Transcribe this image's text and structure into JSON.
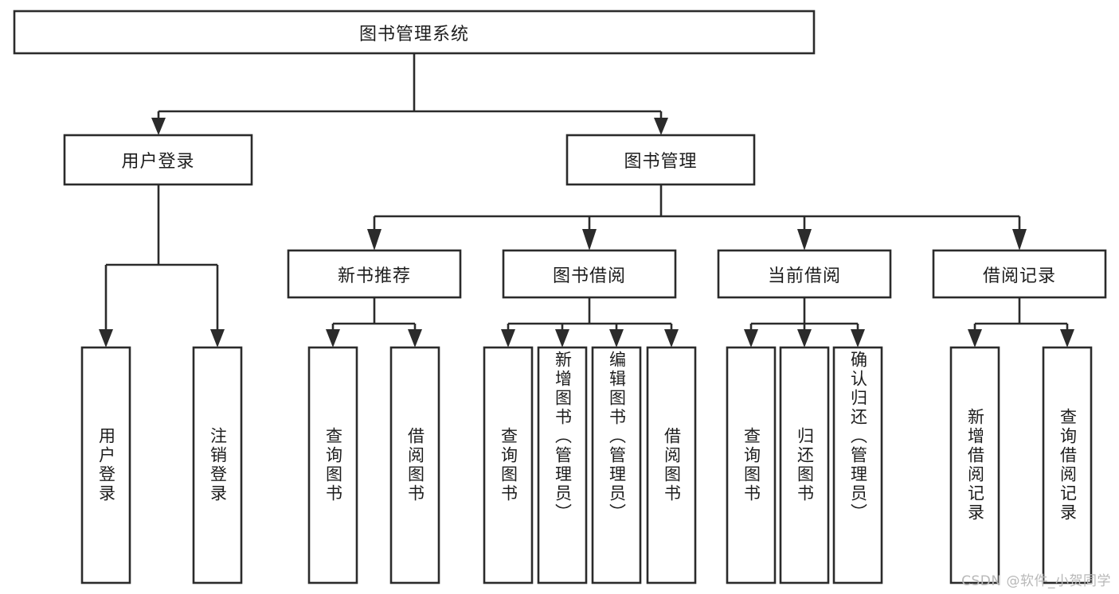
{
  "diagram": {
    "type": "tree",
    "title": "图书管理系统",
    "watermark": "CSDN @软件_小贺同学",
    "root": {
      "label": "图书管理系统",
      "orientation": "horizontal"
    },
    "level2": [
      {
        "label": "用户登录",
        "orientation": "horizontal"
      },
      {
        "label": "图书管理",
        "orientation": "horizontal"
      }
    ],
    "level3": [
      {
        "label": "新书推荐",
        "orientation": "horizontal"
      },
      {
        "label": "图书借阅",
        "orientation": "horizontal"
      },
      {
        "label": "当前借阅",
        "orientation": "horizontal"
      },
      {
        "label": "借阅记录",
        "orientation": "horizontal"
      }
    ],
    "leaves": {
      "user_login": [
        {
          "label": "用户登录",
          "orientation": "vertical"
        },
        {
          "label": "注销登录",
          "orientation": "vertical"
        }
      ],
      "new_book_recommend": [
        {
          "label": "查询图书",
          "orientation": "vertical"
        },
        {
          "label": "借阅图书",
          "orientation": "vertical"
        }
      ],
      "book_borrow": [
        {
          "label": "查询图书",
          "orientation": "vertical"
        },
        {
          "label": "新增图书（管理员）",
          "orientation": "vertical"
        },
        {
          "label": "编辑图书（管理员）",
          "orientation": "vertical"
        },
        {
          "label": "借阅图书",
          "orientation": "vertical"
        }
      ],
      "current_borrow": [
        {
          "label": "查询图书",
          "orientation": "vertical"
        },
        {
          "label": "归还图书",
          "orientation": "vertical"
        },
        {
          "label": "确认归还（管理员）",
          "orientation": "vertical"
        }
      ],
      "borrow_record": [
        {
          "label": "新增借阅记录",
          "orientation": "vertical"
        },
        {
          "label": "查询借阅记录",
          "orientation": "vertical"
        }
      ]
    },
    "colors": {
      "background": "#ffffff",
      "box_fill": "#ffffff",
      "box_stroke": "#2b2b2b",
      "text": "#1d1d1d",
      "watermark": "#b8b8b8"
    }
  }
}
